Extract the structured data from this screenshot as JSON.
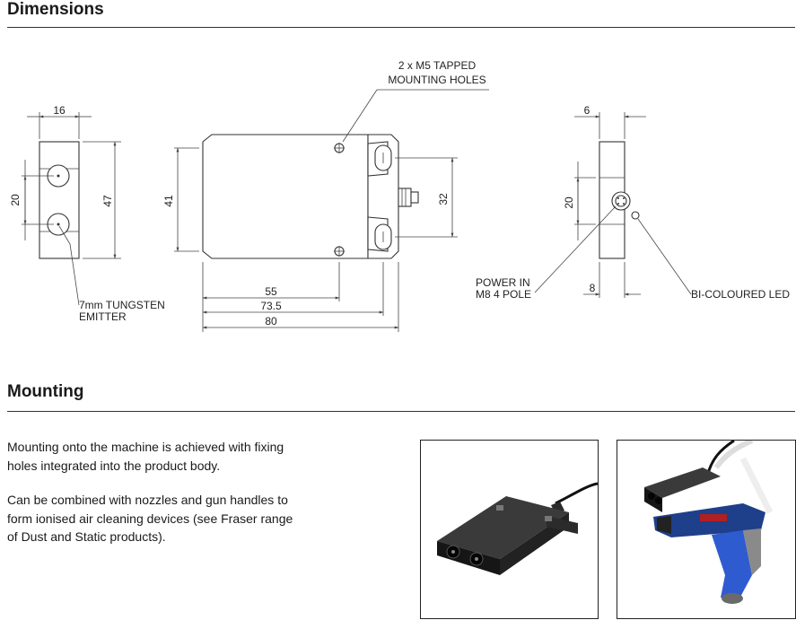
{
  "sections": {
    "dimensions_title": "Dimensions",
    "mounting_title": "Mounting"
  },
  "drawing": {
    "front": {
      "width": "16",
      "height": "47",
      "spacing": "20"
    },
    "top": {
      "width_inner": "55",
      "width_mid": "73.5",
      "width_total": "80",
      "height": "41",
      "slot_spacing": "32"
    },
    "side": {
      "depth": "6",
      "spacing": "20",
      "offset": "8"
    },
    "callouts": {
      "holes_line1": "2 x M5 TAPPED",
      "holes_line2": "MOUNTING HOLES",
      "emitter_line1": "7mm TUNGSTEN",
      "emitter_line2": "EMITTER",
      "power_line1": "POWER IN",
      "power_line2": "M8 4 POLE",
      "led": "BI-COLOURED LED"
    }
  },
  "mounting": {
    "paragraph_1": "Mounting onto the machine is achieved with fixing holes integrated into the product body.",
    "paragraph_2": "Can be combined with nozzles and gun handles to form ionised air cleaning devices (see Fraser range of Dust and Static products)."
  }
}
